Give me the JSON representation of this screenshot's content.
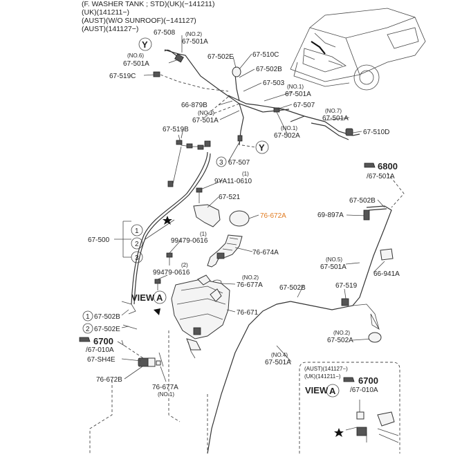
{
  "header": {
    "line1": "(F. WASHER TANK ; STD)(UK)(−141211)",
    "line2": "(UK)(141211−)",
    "line3": "(AUST)(W/O SUNROOF)(−141127)",
    "line4": "(AUST)(141127−)"
  },
  "labels": {
    "p508": "67-508",
    "no2a": "(NO.2)",
    "p501a_top": "67-501A",
    "no6": "(NO.6)",
    "p501a_no6": "67-501A",
    "p519c": "67-519C",
    "y1": "Y",
    "p502e_top": "67-502E",
    "p510c": "67-510C",
    "p502b_top": "67-502B",
    "p503": "67-503",
    "no1a": "(NO.1)",
    "p501a_no1": "67-501A",
    "p507_top": "67-507",
    "p879b": "66-879B",
    "no3": "(NO.3)",
    "p501a_no3": "67-501A",
    "no7": "(NO.7)",
    "p501a_no7": "67-501A",
    "no1b": "(NO.1)",
    "p502a_top": "67-502A",
    "p510d": "67-510D",
    "p519b": "67-519B",
    "y2": "Y",
    "c3": "3",
    "p507_mid": "67-507",
    "q1": "(1)",
    "p9ya": "9YA11-0610",
    "p6800_top": "6800",
    "p501a_6800": "/67-501A",
    "p521": "67-521",
    "p502b_right": "67-502B",
    "p672a": "76-672A",
    "p897a": "69-897A",
    "p500": "67-500",
    "c1": "1",
    "c2": "2",
    "c3b": "3",
    "q1b": "(1)",
    "p99479a": "99479-0616",
    "p674a": "76-674A",
    "no5": "(NO.5)",
    "p501a_no5": "67-501A",
    "q2": "(2)",
    "p99479b": "99479-0616",
    "p941a": "66-941A",
    "no2b": "(NO.2)",
    "p677a_mid": "76-677A",
    "p502b_mid": "67-502B",
    "p519": "67-519",
    "view": "VIEW",
    "view_a": "A",
    "p671": "76-671",
    "c1b": "1",
    "p502b_left": "67-502B",
    "c2b": "2",
    "p502e_left": "67-502E",
    "no2c": "(NO.2)",
    "p502a_bot": "67-502A",
    "p6700_left": "6700",
    "p010a_left": "/67-010A",
    "psh4e": "67-SH4E",
    "no4": "(NO.4)",
    "p501a_no4": "67-501A",
    "p672b": "76-672B",
    "p677a_bot": "76-677A",
    "no1c": "(NO.1)"
  },
  "inset": {
    "line1": "(AUST)(141127−)",
    "line2": "(UK)(141211−)",
    "p6700": "6700",
    "p010a": "/67-010A",
    "view": "VIEW",
    "view_a": "A"
  }
}
